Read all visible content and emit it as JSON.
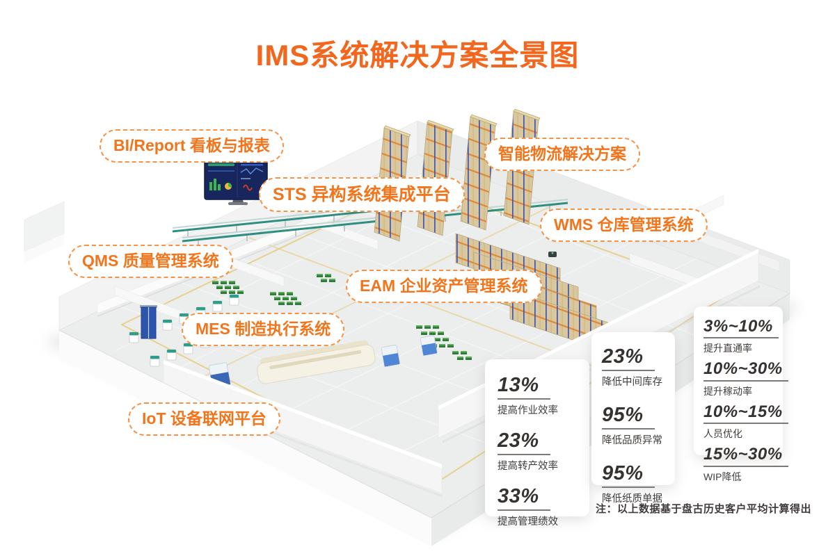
{
  "title": "IMS系统解决方案全景图",
  "labels": [
    {
      "id": "bi-report",
      "text": "BI/Report 看板与报表"
    },
    {
      "id": "smart-logistics",
      "text": "智能物流解决方案"
    },
    {
      "id": "sts",
      "text": "STS 异构系统集成平台"
    },
    {
      "id": "wms",
      "text": "WMS 仓库管理系统"
    },
    {
      "id": "qms",
      "text": "QMS 质量管理系统"
    },
    {
      "id": "eam",
      "text": "EAM 企业资产管理系统"
    },
    {
      "id": "mes",
      "text": "MES 制造执行系统"
    },
    {
      "id": "iot",
      "text": "IoT 设备联网平台"
    }
  ],
  "stat_cards": [
    {
      "items": [
        {
          "value": "13%",
          "label": "提高作业效率"
        },
        {
          "value": "23%",
          "label": "提高转产效率"
        },
        {
          "value": "33%",
          "label": "提高管理绩效"
        }
      ]
    },
    {
      "items": [
        {
          "value": "23%",
          "label": "降低中间库存"
        },
        {
          "value": "95%",
          "label": "降低品质异常"
        },
        {
          "value": "95%",
          "label": "降低纸质单据"
        }
      ]
    },
    {
      "items": [
        {
          "value": "3%~10%",
          "label": "提升直通率"
        },
        {
          "value": "10%~30%",
          "label": "提升稼动率"
        },
        {
          "value": "10%~15%",
          "label": "人员优化"
        },
        {
          "value": "15%~30%",
          "label": "WIP降低"
        }
      ]
    }
  ],
  "note": "注：以上数据基于盘古历史客户平均计算得出",
  "colors": {
    "accent_orange": "#f2661e",
    "pill_border": "#f69244",
    "rack_box": "#d9c79d",
    "rack_beam": "#e08a38",
    "rack_upright": "#4356b8",
    "conveyor_teal": "#2d8f80",
    "pcb_green": "#2f7d3d",
    "stat_text": "#363230",
    "floor_gray": "#eceded"
  }
}
